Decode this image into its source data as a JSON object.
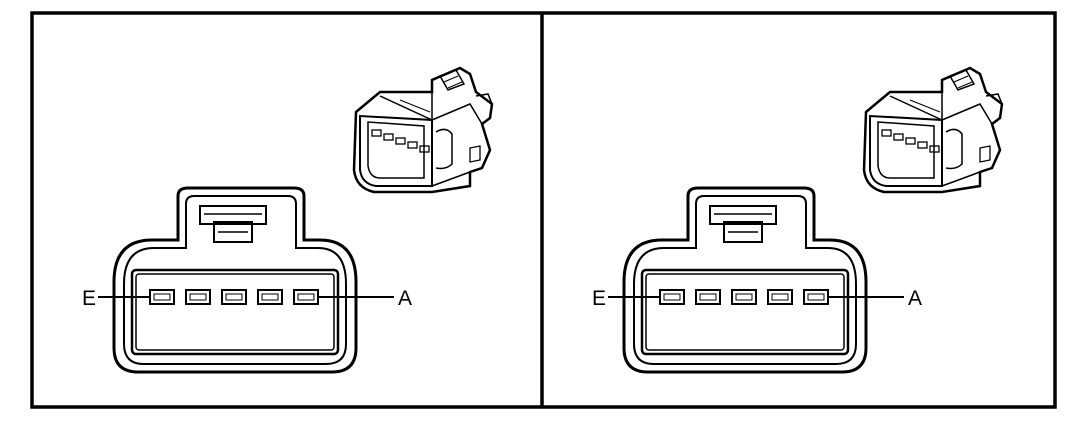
{
  "colors": {
    "line": "#000000",
    "background": "#ffffff"
  },
  "panels": [
    {
      "id": "left",
      "pin_left_label": "E",
      "pin_right_label": "A",
      "thumbnail": "connector-3d-thumbnail-icon"
    },
    {
      "id": "right",
      "pin_left_label": "E",
      "pin_right_label": "A",
      "thumbnail": "connector-3d-thumbnail-icon"
    }
  ]
}
